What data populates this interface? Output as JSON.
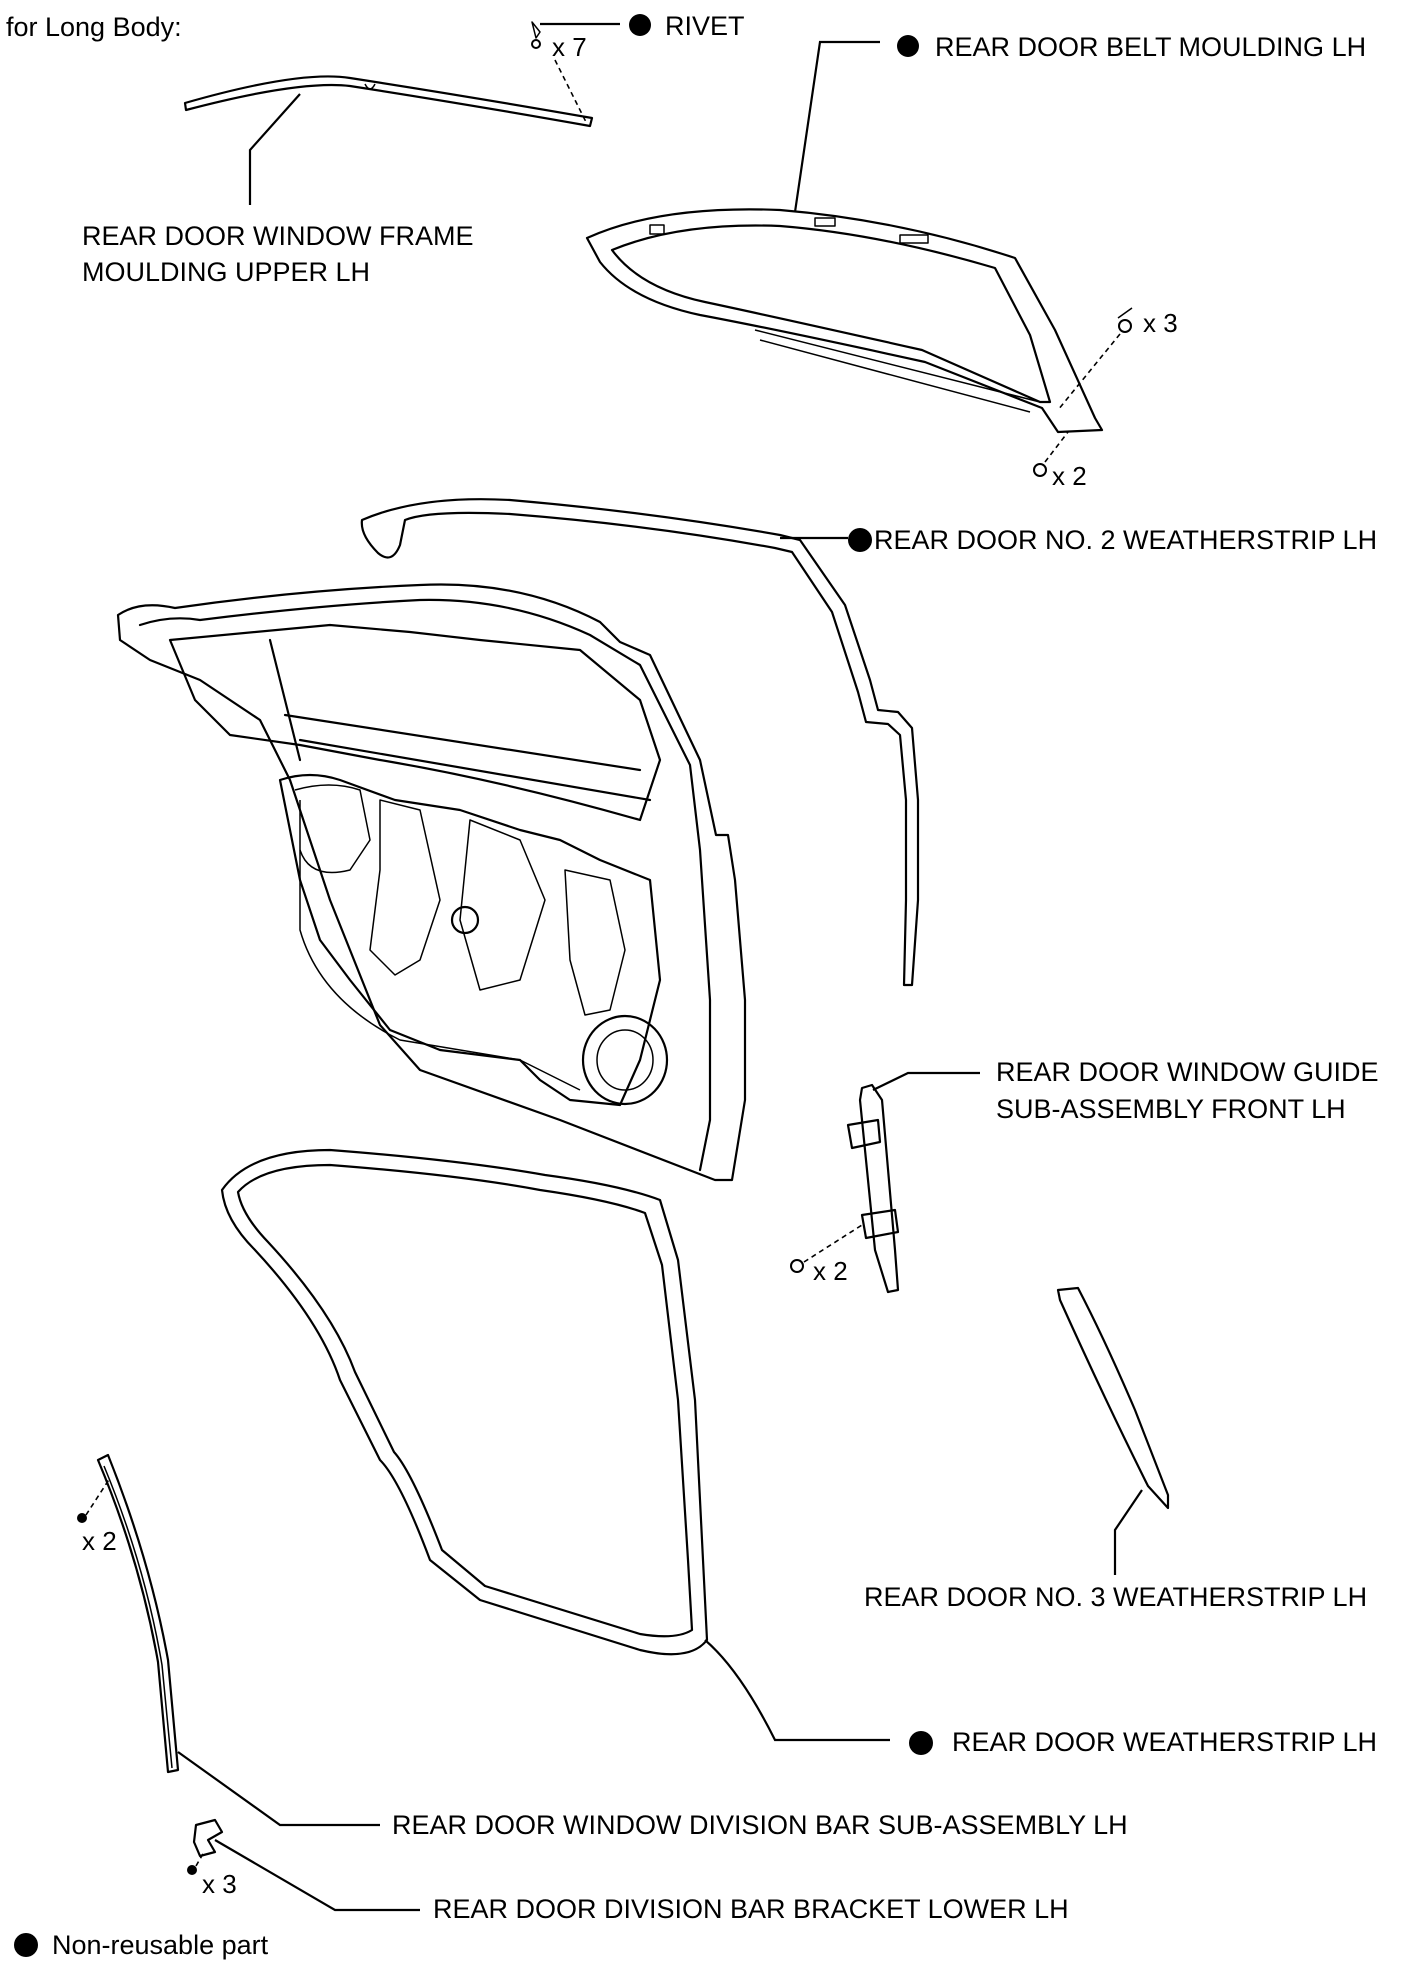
{
  "header": {
    "note": "for Long Body:"
  },
  "labels": {
    "rivet": "RIVET",
    "belt_moulding": "REAR DOOR BELT MOULDING LH",
    "frame_moulding_line1": "REAR DOOR WINDOW FRAME",
    "frame_moulding_line2": "MOULDING UPPER LH",
    "no2_weatherstrip": "REAR DOOR NO. 2 WEATHERSTRIP LH",
    "guide_line1": "REAR DOOR WINDOW GUIDE",
    "guide_line2": "SUB-ASSEMBLY FRONT LH",
    "no3_weatherstrip": "REAR DOOR NO. 3 WEATHERSTRIP LH",
    "door_weatherstrip": "REAR DOOR WEATHERSTRIP LH",
    "division_bar": "REAR DOOR WINDOW DIVISION BAR SUB-ASSEMBLY LH",
    "bracket_lower": "REAR DOOR DIVISION BAR BRACKET LOWER LH"
  },
  "counts": {
    "rivet": "x 7",
    "belt_upper": "x 3",
    "belt_lower": "x 2",
    "guide": "x 2",
    "division_bar": "x 2",
    "bracket": "x 3"
  },
  "legend": {
    "non_reusable": "Non-reusable part"
  },
  "colors": {
    "ink": "#000000",
    "paper": "#ffffff"
  }
}
